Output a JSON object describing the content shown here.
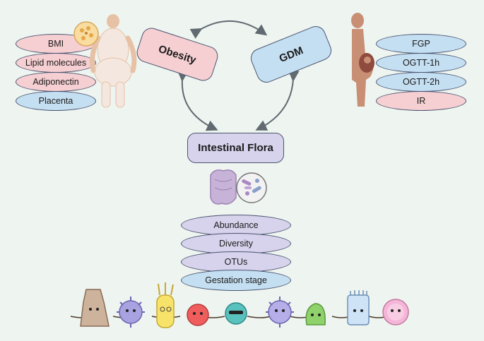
{
  "diagram": {
    "obesity_label": "Obesity",
    "gdm_label": "GDM",
    "flora_label": "Intestinal Flora",
    "obesity_factors": [
      "BMI",
      "Lipid molecules",
      "Adiponectin",
      "Placenta"
    ],
    "gdm_factors": [
      "FGP",
      "OGTT-1h",
      "OGTT-2h",
      "IR"
    ],
    "flora_factors": [
      "Abundance",
      "Diversity",
      "OTUs",
      "Gestation stage"
    ]
  },
  "colors": {
    "background": "#eef4f0",
    "obesity_box": "#f6cfd2",
    "gdm_box": "#c5dff2",
    "flora_box": "#d7d3ec",
    "arrow": "#606a70"
  }
}
